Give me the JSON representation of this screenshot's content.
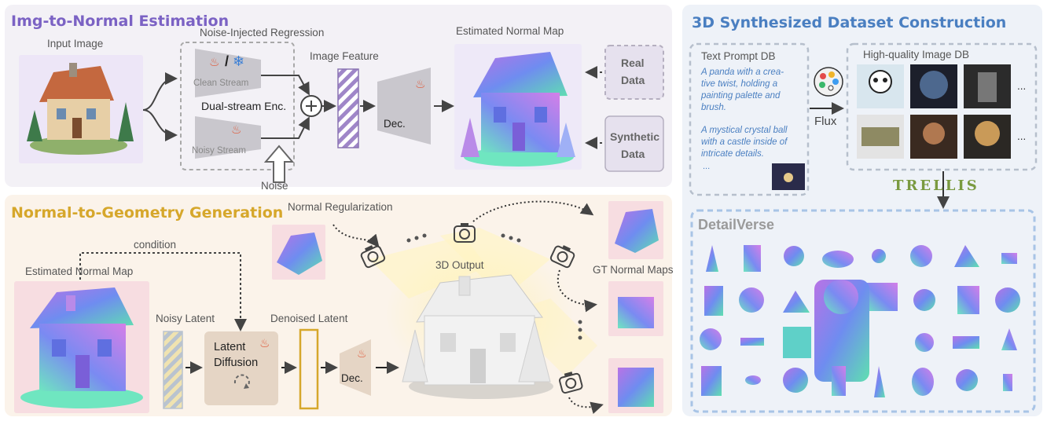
{
  "panels": {
    "img2normal": {
      "title": "Img-to-Normal Estimation",
      "color": "#7b62c4"
    },
    "normal2geo": {
      "title": "Normal-to-Geometry Generation",
      "color": "#d6a72b"
    },
    "dataset": {
      "title": "3D Synthesized Dataset Construction",
      "color": "#4a7fc1"
    }
  },
  "top": {
    "input_image": "Input Image",
    "regression": "Noise-Injected Regression",
    "clean_stream": "Clean Stream",
    "noisy_stream": "Noisy Stream",
    "dual_stream": "Dual-stream Enc.",
    "noise": "Noise",
    "image_feature": "Image Feature",
    "dec": "Dec.",
    "estimated_normal_map": "Estimated Normal Map",
    "real_data": "Real\nData",
    "synthetic_data": "Synthetic\nData",
    "real_data_l1": "Real",
    "real_data_l2": "Data",
    "synthetic_data_l1": "Synthetic",
    "synthetic_data_l2": "Data"
  },
  "bottom": {
    "condition": "condition",
    "estimated_normal_map": "Estimated  Normal Map",
    "noisy_latent": "Noisy Latent",
    "latent_diffusion_l1": "Latent",
    "latent_diffusion_l2": "Diffusion",
    "denoised_latent": "Denoised Latent",
    "dec": "Dec.",
    "normal_regularization": "Normal Regularization",
    "output_3d": "3D Output",
    "gt_normal_maps": "GT Normal Maps"
  },
  "dataset": {
    "text_prompt_db": "Text Prompt DB",
    "prompt1": "A panda with a crea-\ntive twist, holding a\npainting palette and\nbrush.",
    "prompt1_lines": [
      "A panda with a crea-",
      "tive twist, holding a",
      "painting palette and",
      "brush."
    ],
    "prompt2_lines": [
      "A mystical crystal ball",
      "with a castle inside of",
      "intricate details."
    ],
    "prompt_ellipsis": "...",
    "flux": "Flux",
    "image_db": "High-quality Image DB",
    "trellis": "TRELLIS",
    "detailverse": "DetailVerse",
    "row_ellipsis": "..."
  },
  "colors": {
    "purple": "#7b62c4",
    "gold": "#d6a72b",
    "blue": "#4a7fc1",
    "normal_pink": "#c86fe0",
    "normal_blue": "#6f8cf0",
    "normal_green": "#5fe0b0"
  },
  "icons": [
    "fire-icon",
    "snowflake-icon",
    "plus-circle-icon",
    "camera-icon",
    "refresh-icon",
    "palette-icon"
  ]
}
